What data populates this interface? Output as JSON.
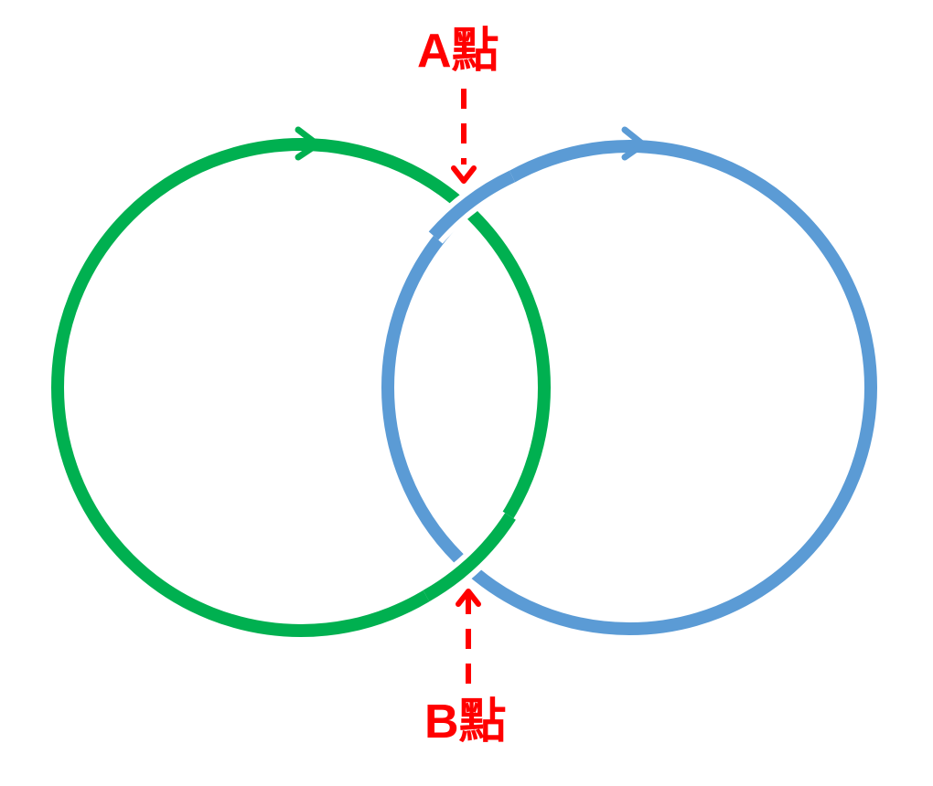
{
  "diagram": {
    "labels": {
      "a": "A點",
      "b": "B點"
    },
    "colors": {
      "left_circle": "#00b050",
      "right_circle": "#5b9bd5",
      "pointer": "#ff0000",
      "background": "#ffffff"
    },
    "circles": [
      {
        "name": "left-circle",
        "color": "green",
        "direction": "clockwise arrow at top"
      },
      {
        "name": "right-circle",
        "color": "blue",
        "direction": "clockwise arrow at top"
      }
    ],
    "crossings": {
      "a": "blue over green (top intersection)",
      "b": "green over blue (bottom intersection)"
    }
  }
}
